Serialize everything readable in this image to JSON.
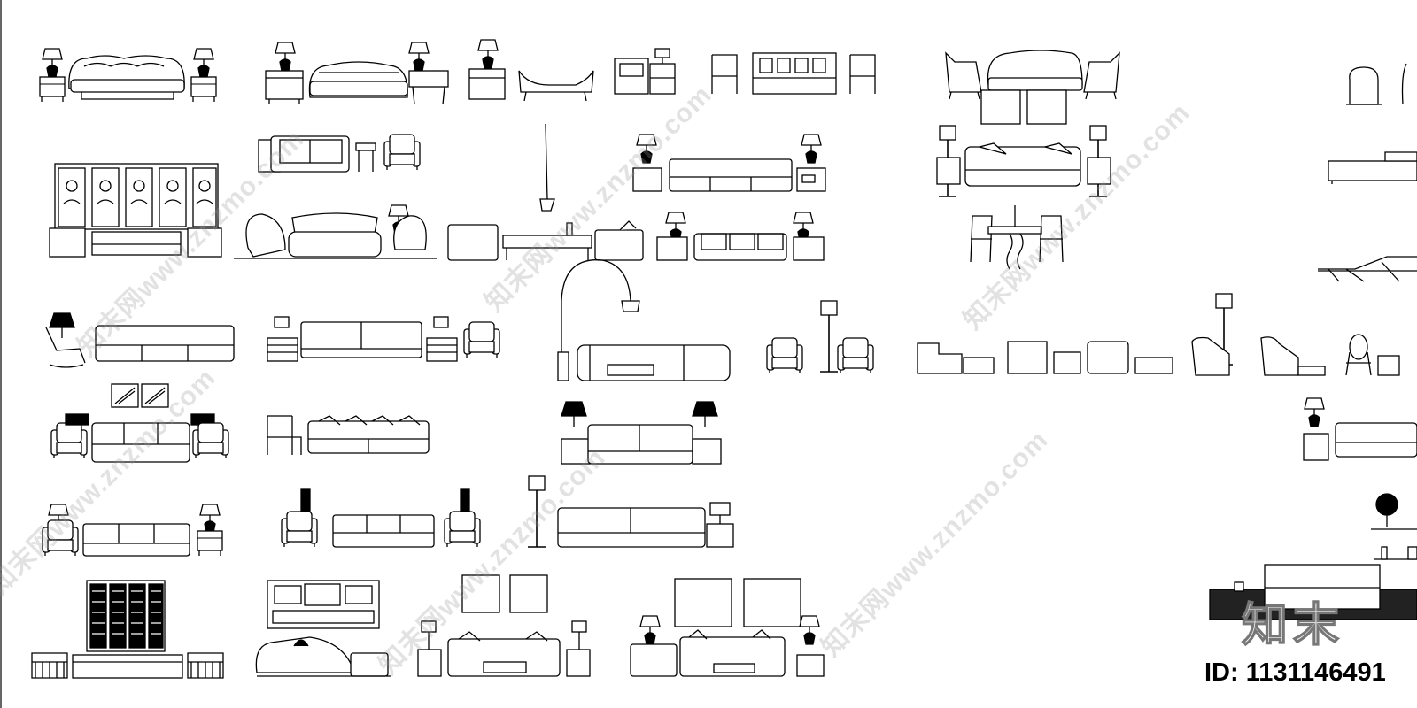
{
  "sheet": {
    "id_label": "ID: 1131146491",
    "watermark_text": "知末网www.znzmo.com",
    "logo_text": "知末",
    "line_color": "#000000",
    "watermark_color": "#969696"
  },
  "furniture_groups": [
    {
      "name": "classic-sofa-lamps-group"
    },
    {
      "name": "carved-sofa-nightstand-lamps-group"
    },
    {
      "name": "chaise-lounge-lamp-group"
    },
    {
      "name": "side-cabinet-group"
    },
    {
      "name": "ming-bench-armchairs-group"
    },
    {
      "name": "tufted-sofa-armchairs-group"
    },
    {
      "name": "armchair-corner-group"
    },
    {
      "name": "chinese-screen-sofa-group"
    },
    {
      "name": "small-sofa-chairs-group"
    },
    {
      "name": "pendant-lamp"
    },
    {
      "name": "modern-sofa-lamps-group"
    },
    {
      "name": "sofa-cushions-lamps-group"
    },
    {
      "name": "daybed"
    },
    {
      "name": "round-armchairs-sofa-group"
    },
    {
      "name": "tv-cabinet-table-group"
    },
    {
      "name": "low-sofa-lamps-group"
    },
    {
      "name": "dining-set"
    },
    {
      "name": "outdoor-lounger"
    },
    {
      "name": "rocking-chair-sofa-group"
    },
    {
      "name": "sofa-side-tables-group"
    },
    {
      "name": "arc-lamp-sofa-group"
    },
    {
      "name": "chairs-floor-lamp-row"
    },
    {
      "name": "framed-pictures-sofa-group"
    },
    {
      "name": "chair-sofa-pillows-group"
    },
    {
      "name": "two-seat-sofa-lamps-group"
    },
    {
      "name": "sofa-lamp-partial-group"
    },
    {
      "name": "three-seat-sofa-group"
    },
    {
      "name": "sofa-lamps-armchairs-group"
    },
    {
      "name": "floor-lamp-sofa-group"
    },
    {
      "name": "plant-shelf-sofa-group"
    },
    {
      "name": "chinese-screen-bench-group"
    },
    {
      "name": "chinese-cabinet-sofa-group"
    },
    {
      "name": "pictures-sofa-lamps-group"
    },
    {
      "name": "large-pictures-sofa-group"
    }
  ]
}
